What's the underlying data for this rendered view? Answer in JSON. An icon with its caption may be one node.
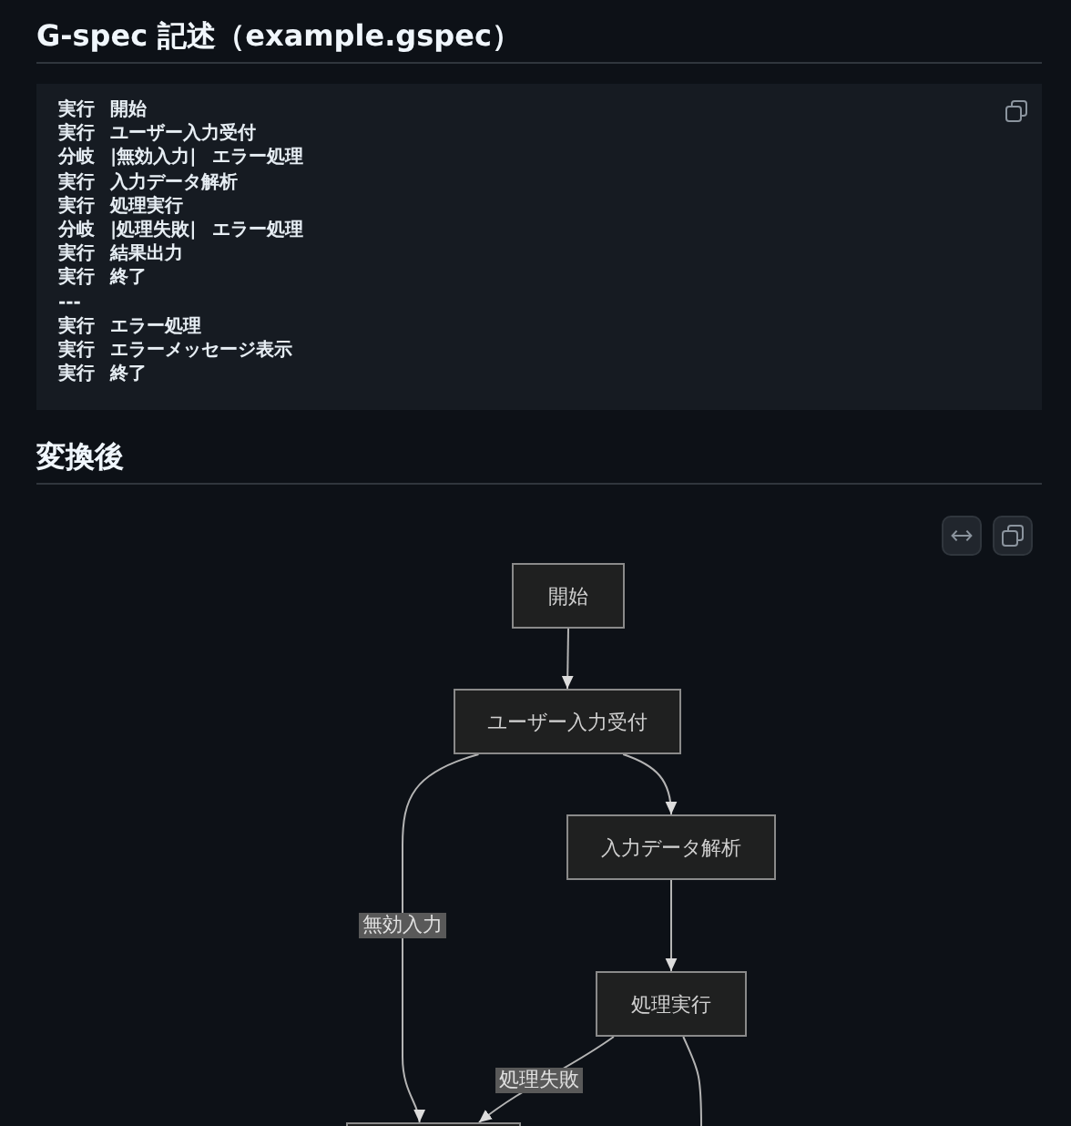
{
  "diagram": {
    "title": "G-spec 記述（example.gspec）",
    "nodes": [
      {
        "text": [
          "開始"
        ]
      },
      {
        "text": [
          "ユーザー入力受付"
        ]
      },
      {
        "text": [
          "入力データ解析"
        ]
      },
      {
        "text": [
          "処理実行"
        ]
      },
      {
        "text": [],
        "shape": "box"
      }
    ],
    "edges": [
      {
        "from": 0,
        "to": 1,
        "arrow": "to"
      },
      {
        "from": 1,
        "to": 2,
        "arrow": "to"
      },
      {
        "from": 1,
        "to": 4,
        "label": "無効入力",
        "arrow": "to"
      },
      {
        "from": 2,
        "to": 3,
        "arrow": "to"
      },
      {
        "from": 3,
        "to": 4,
        "label": "処理失敗",
        "arrow": "to"
      },
      {
        "from": 3,
        "to": null,
        "arrow": "none"
      }
    ],
    "labels": [
      "実行 開始",
      "実行 ユーザー入力受付",
      "分岐 |無効入力| エラー処理",
      "実行 入力データ解析",
      "実行 処理実行",
      "分岐 |処理失敗| エラー処理",
      "実行 結果出力",
      "実行 終了",
      "---",
      "実行 エラー処理",
      "実行 エラーメッセージ表示",
      "実行 終了",
      "変換後"
    ]
  }
}
